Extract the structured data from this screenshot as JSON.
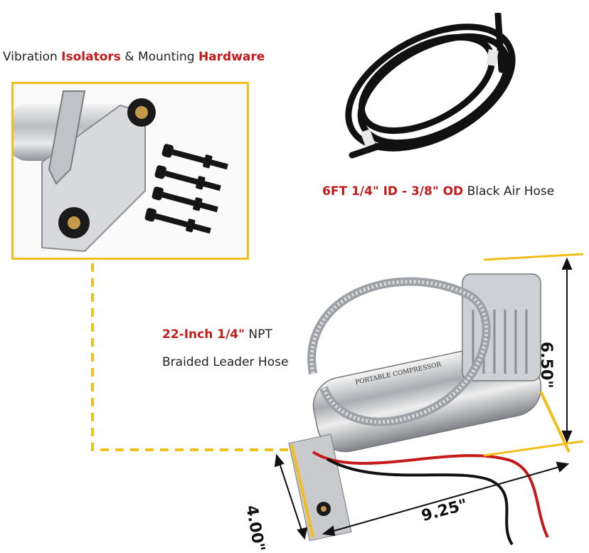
{
  "isolators_caption": {
    "part1": "Vibration ",
    "part2": "Isolators",
    "part3": " & Mounting ",
    "part4": "Hardware"
  },
  "air_hose_caption": {
    "highlight1": "6FT 1/4\" ID",
    "sep": " - ",
    "highlight2": "3/8\" OD",
    "rest": " Black Air Hose"
  },
  "leader_hose_caption": {
    "highlight": "22-Inch 1/4\"",
    "rest": " NPT",
    "line2": "Braided Leader Hose"
  },
  "dimensions": {
    "height": "6.50\"",
    "width": "4.00\"",
    "length": "9.25\""
  },
  "compressor_label": "PORTABLE COMPRESSOR",
  "colors": {
    "accent_yellow": "#f2be1a",
    "highlight_red": "#c41a1a"
  }
}
